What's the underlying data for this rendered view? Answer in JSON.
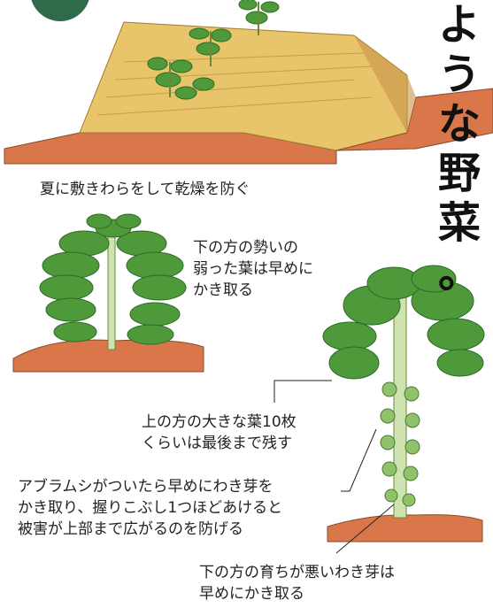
{
  "vertical_title": "ような野菜。",
  "captions": {
    "mulch": "夏に敷きわらをして乾燥を防ぐ",
    "lower_leaves_1": "下の方の勢いの",
    "lower_leaves_2": "弱った葉は早めに",
    "lower_leaves_3": "かき取る",
    "upper_leaves_1": "上の方の大きな葉10枚",
    "upper_leaves_2": "くらいは最後まで残す",
    "aphid_1": "アブラムシがついたら早めにわき芽を",
    "aphid_2": "かき取り、握りこぶし1つほどあけると",
    "aphid_3": "被害が上部まで広がるのを防げる",
    "side_buds_1": "下の方の育ちが悪いわき芽は",
    "side_buds_2": "早めにかき取る"
  },
  "colors": {
    "badge": "#2e6b4a",
    "soil": "#d9774a",
    "straw": "#e8c46a",
    "leaf": "#4e9a3a",
    "stem": "#cfe3b0"
  }
}
